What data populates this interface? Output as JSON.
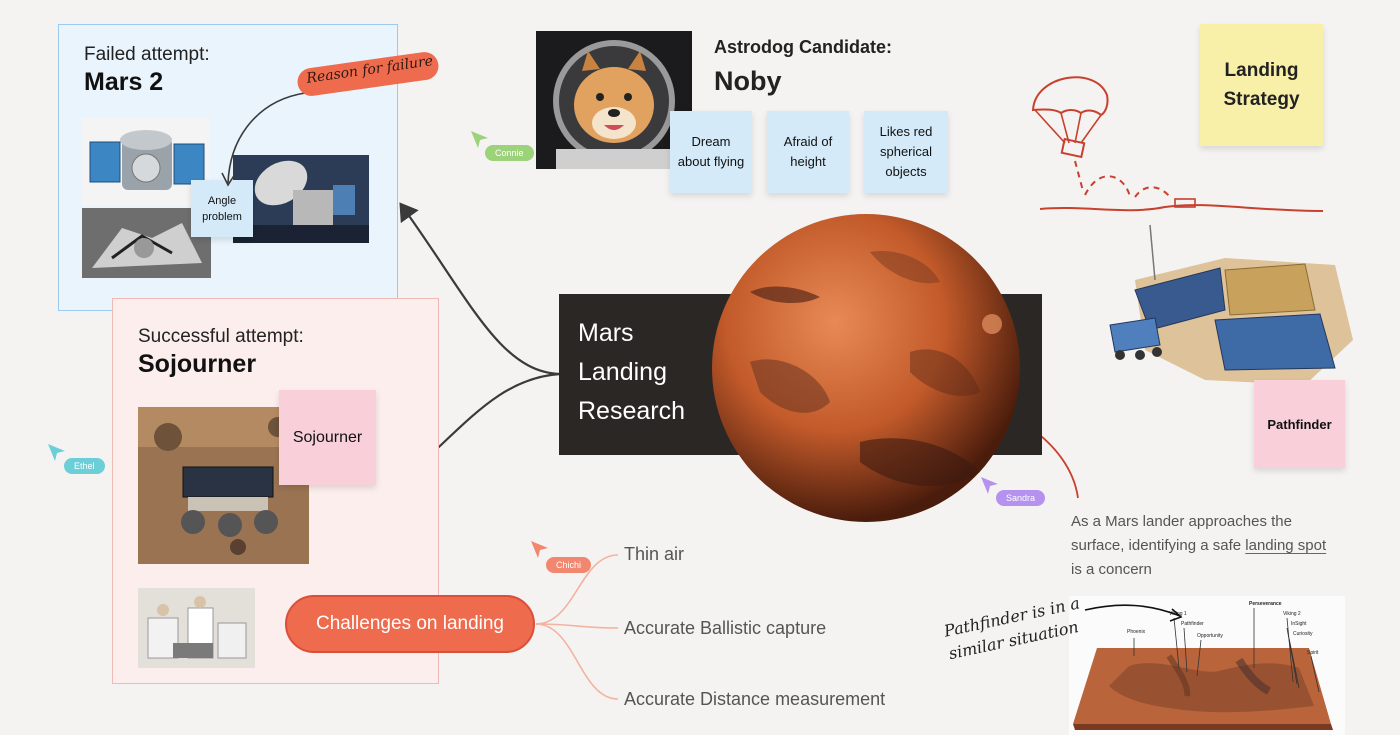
{
  "failed": {
    "subtitle": "Failed attempt:",
    "title": "Mars 2",
    "note": "Angle problem",
    "annotation": "Reason for failure"
  },
  "astrodog": {
    "subtitle": "Astrodog Candidate:",
    "title": "Noby",
    "notes": [
      "Dream about flying",
      "Afraid of height",
      "Likes red spherical objects"
    ]
  },
  "landing_strategy": "Landing Strategy",
  "center": {
    "title": "Mars Landing Research"
  },
  "success": {
    "subtitle": "Successful attempt:",
    "title": "Sojourner",
    "note": "Sojourner"
  },
  "challenges": {
    "label": "Challenges on landing",
    "items": [
      "Thin air",
      "Accurate Ballistic capture",
      "Accurate Distance measurement"
    ]
  },
  "pathfinder": {
    "note": "Pathfinder",
    "paragraph_before": "As a Mars lander approaches the surface, identifying a safe ",
    "paragraph_link": "landing spot",
    "paragraph_after": " is a concern",
    "handwriting": "Pathfinder is in a similar situation"
  },
  "map_labels": {
    "phoenix": "Phoenix",
    "viking1": "Viking 1",
    "pathfinder": "Pathfinder",
    "opportunity": "Opportunity",
    "perseverance": "Perseverance",
    "viking2": "Viking 2",
    "insight": "InSight",
    "curiosity": "Curiosity",
    "spirit": "Spirit"
  },
  "cursors": [
    {
      "name": "Connie",
      "color": "#9bd27a"
    },
    {
      "name": "Ethel",
      "color": "#6ccfd8"
    },
    {
      "name": "Chichi",
      "color": "#f2876f"
    },
    {
      "name": "Sandra",
      "color": "#b592f0"
    }
  ],
  "colors": {
    "accent": "#ef6b4e",
    "sketch": "#c8402e",
    "dark": "#2b2725"
  }
}
